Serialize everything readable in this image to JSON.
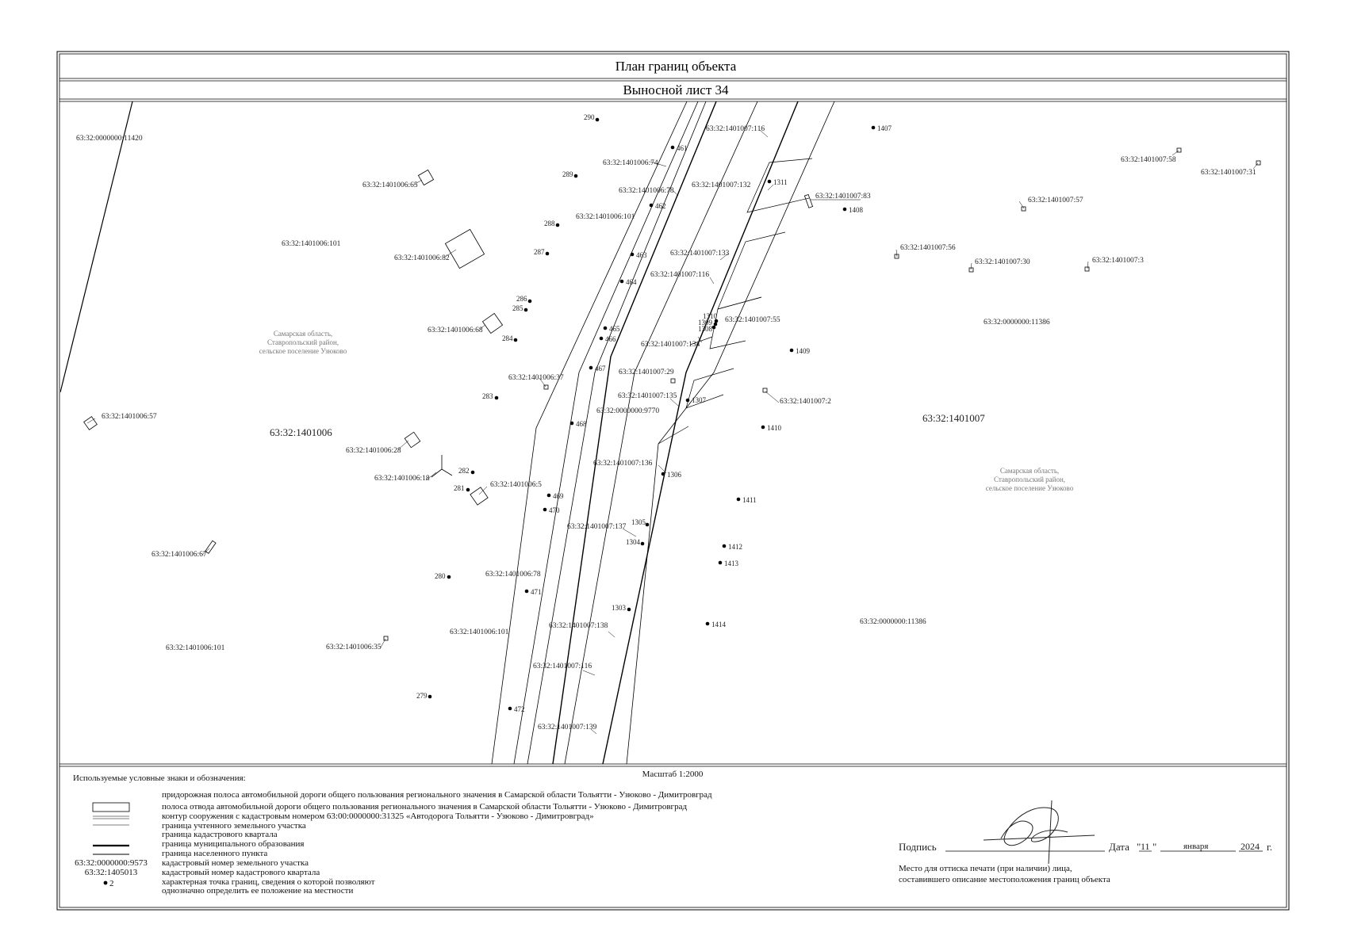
{
  "sheet": {
    "title": "План границ объекта",
    "subtitle": "Выносной лист 34",
    "scale": "Масштаб 1:2000"
  },
  "map": {
    "quarters": [
      {
        "id": "q1",
        "text": "63:32:1401006"
      },
      {
        "id": "q2",
        "text": "63:32:1401007"
      }
    ],
    "settlements": [
      {
        "id": "s1",
        "lines": [
          "Самарская область,",
          "Ставропольский район,",
          "сельское поселение Узюково"
        ]
      },
      {
        "id": "s2",
        "lines": [
          "Самарская область,",
          "Ставропольский район,",
          "сельское поселение Узюково"
        ]
      }
    ],
    "parcels": [
      "63:32:0000000:11420",
      "63:32:1401006:65",
      "63:32:1401006:101",
      "63:32:1401006:82",
      "63:32:1401006:68",
      "63:32:1401006:37",
      "63:32:1401006:57",
      "63:32:1401006:28",
      "63:32:1401006:18",
      "63:32:1401006:5",
      "63:32:1401006:67",
      "63:32:1401006:78",
      "63:32:1401006:101",
      "63:32:1401006:101",
      "63:32:1401006:35",
      "63:32:1401006:74",
      "63:32:1401006:78",
      "63:32:1401006:101",
      "63:32:1401007:116",
      "63:32:1401007:132",
      "63:32:1401007:133",
      "63:32:1401007:116",
      "63:32:1401007:55",
      "63:32:1401007:134",
      "63:32:1401007:29",
      "63:32:1401007:135",
      "63:32:0000000:9770",
      "63:32:1401007:136",
      "63:32:1401007:137",
      "63:32:1401007:138",
      "63:32:1401007:116",
      "63:32:1401007:139",
      "63:32:1401007:83",
      "63:32:1401007:57",
      "63:32:1401007:58",
      "63:32:1401007:31",
      "63:32:1401007:56",
      "63:32:1401007:30",
      "63:32:1401007:3",
      "63:32:0000000:11386",
      "63:32:1401007:2",
      "63:32:0000000:11386"
    ],
    "points": [
      "290",
      "461",
      "289",
      "462",
      "288",
      "287",
      "463",
      "464",
      "286",
      "285",
      "465",
      "284",
      "466",
      "467",
      "283",
      "468",
      "282",
      "281",
      "469",
      "470",
      "280",
      "471",
      "279",
      "472",
      "1407",
      "1311",
      "1408",
      "1310",
      "1309",
      "1308",
      "1409",
      "1307",
      "1410",
      "1306",
      "1411",
      "1305",
      "1304",
      "1412",
      "1413",
      "1303",
      "1414"
    ]
  },
  "legend": {
    "heading": "Используемые условные знаки и обозначения:",
    "items": [
      "придорожная полоса автомобильной дороги общего пользования регионального значения в Самарской области Тольятти - Узюково - Димитровград",
      "полоса отвода автомобильной дороги общего пользования регионального значения в Самарской области Тольятти - Узюково - Димитровград",
      "контур сооружения с кадастровым номером 63:00:0000000:31325 «Автодорога Тольятти - Узюково - Димитровград»",
      "граница учтенного земельного участка",
      "граница кадастрового квартала",
      "граница муниципального образования",
      "граница населенного пункта",
      "кадастровый номер земельного участка",
      "кадастровый номер кадастрового квартала",
      "характерная точка границ, сведения о которой позволяют",
      "однозначно определить ее положение на местности"
    ],
    "sample_parcel": "63:32:0000000:9573",
    "sample_quarter": "63:32:1405013",
    "sample_point": "2"
  },
  "signature": {
    "sign_label": "Подпись",
    "date_label": "Дата",
    "day": "11",
    "month": "января",
    "year": "2024",
    "year_suffix": "г.",
    "quote_open": "\"",
    "quote_close": "\"",
    "stamp_line1": "Место для оттиска печати (при наличии) лица,",
    "stamp_line2": "составившего описание местоположения границ объекта"
  }
}
